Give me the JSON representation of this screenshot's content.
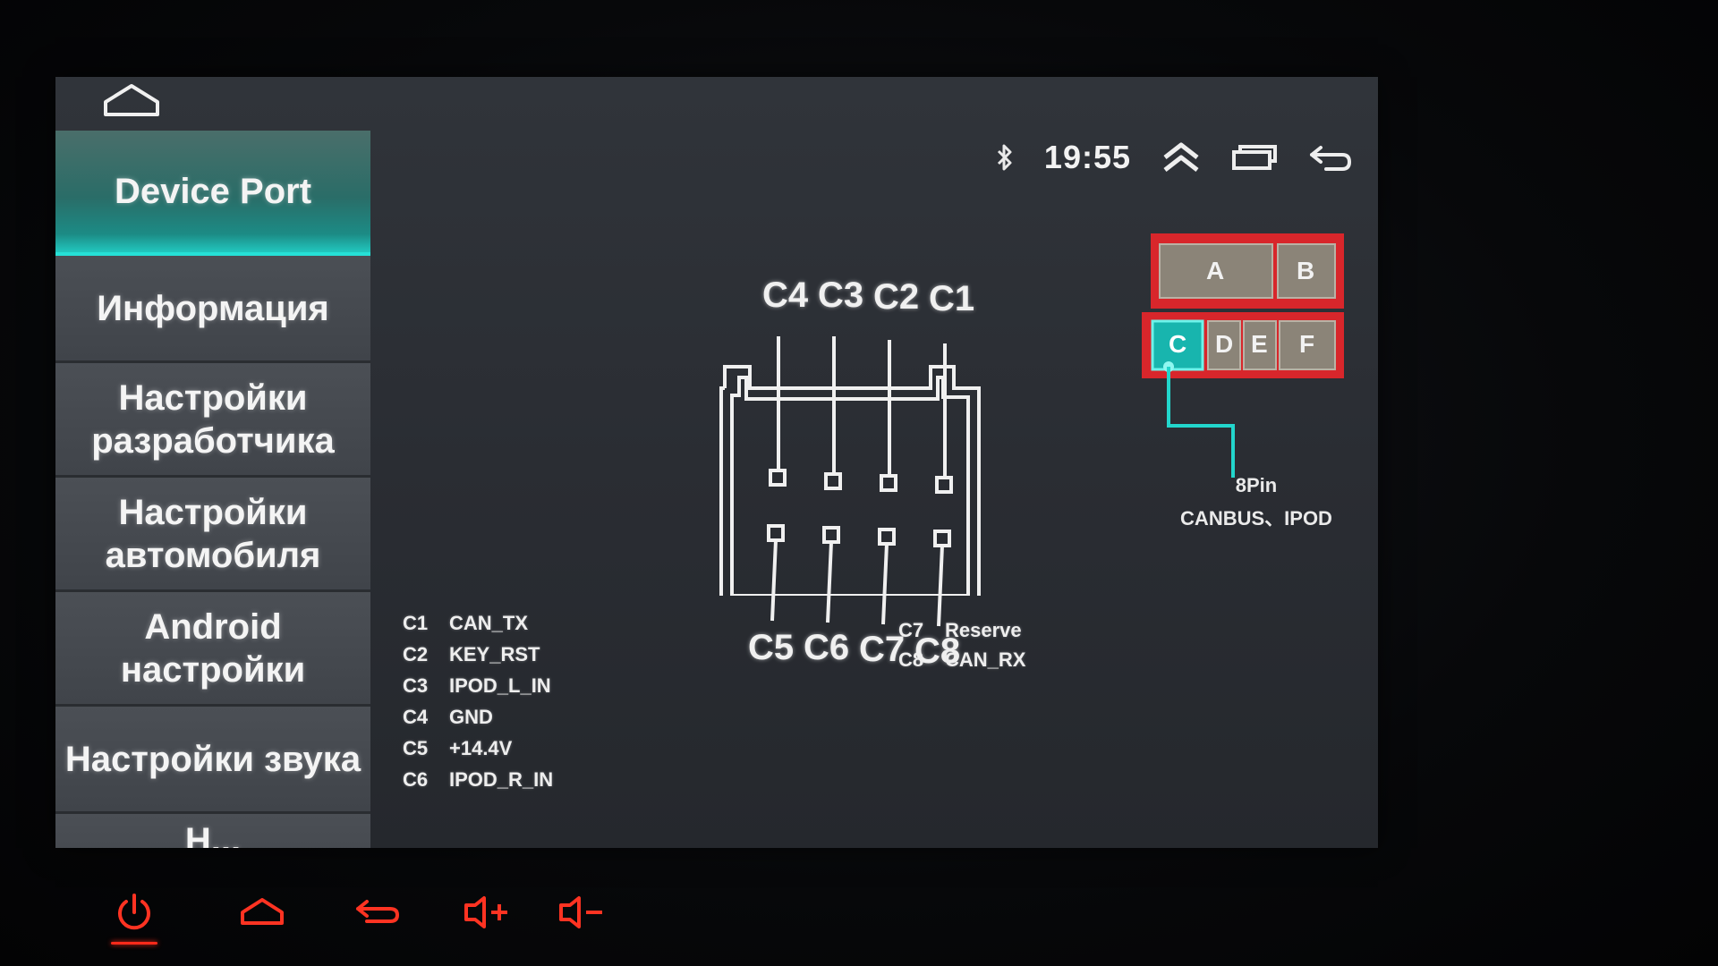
{
  "status": {
    "time": "19:55"
  },
  "sidebar": {
    "items": [
      {
        "label": "Device Port",
        "active": true
      },
      {
        "label": "Информация"
      },
      {
        "label": "Настройки\nразработчика"
      },
      {
        "label": "Настройки\nавтомобиля"
      },
      {
        "label": "Android\nнастройки"
      },
      {
        "label": "Настройки звука"
      },
      {
        "label": "Н..."
      }
    ]
  },
  "diagram": {
    "top_pins": [
      "C4",
      "C3",
      "C2",
      "C1"
    ],
    "bottom_pins": [
      "C5",
      "C6",
      "C7",
      "C8"
    ]
  },
  "pin_list": {
    "left": [
      {
        "code": "C1",
        "signal": "CAN_TX"
      },
      {
        "code": "C2",
        "signal": "KEY_RST"
      },
      {
        "code": "C3",
        "signal": "IPOD_L_IN"
      },
      {
        "code": "C4",
        "signal": "GND"
      },
      {
        "code": "C5",
        "signal": "+14.4V"
      },
      {
        "code": "C6",
        "signal": "IPOD_R_IN"
      }
    ],
    "right": [
      {
        "code": "C7",
        "signal": "Reserve"
      },
      {
        "code": "C8",
        "signal": "CAN_RX"
      }
    ]
  },
  "connector": {
    "slots_top": [
      "A",
      "B"
    ],
    "slots_bottom": [
      "C",
      "D",
      "E",
      "F"
    ],
    "selected": "C",
    "caption_line1": "8Pin",
    "caption_line2": "CANBUS、IPOD"
  },
  "colors": {
    "accent": "#22d6cc",
    "connector_red": "#d8262b",
    "hardkey_red": "#ff2a1a"
  },
  "hardkeys": [
    "power-icon",
    "home-icon",
    "back-icon",
    "volume-up-icon",
    "volume-down-icon"
  ]
}
